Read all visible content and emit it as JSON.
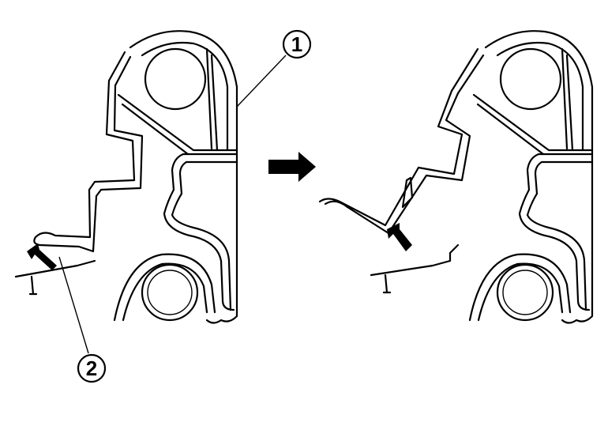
{
  "diagram": {
    "callouts": [
      {
        "id": "callout-1",
        "text": "1"
      },
      {
        "id": "callout-2",
        "text": "2"
      }
    ],
    "colors": {
      "line": "#000000",
      "background": "#ffffff"
    }
  }
}
